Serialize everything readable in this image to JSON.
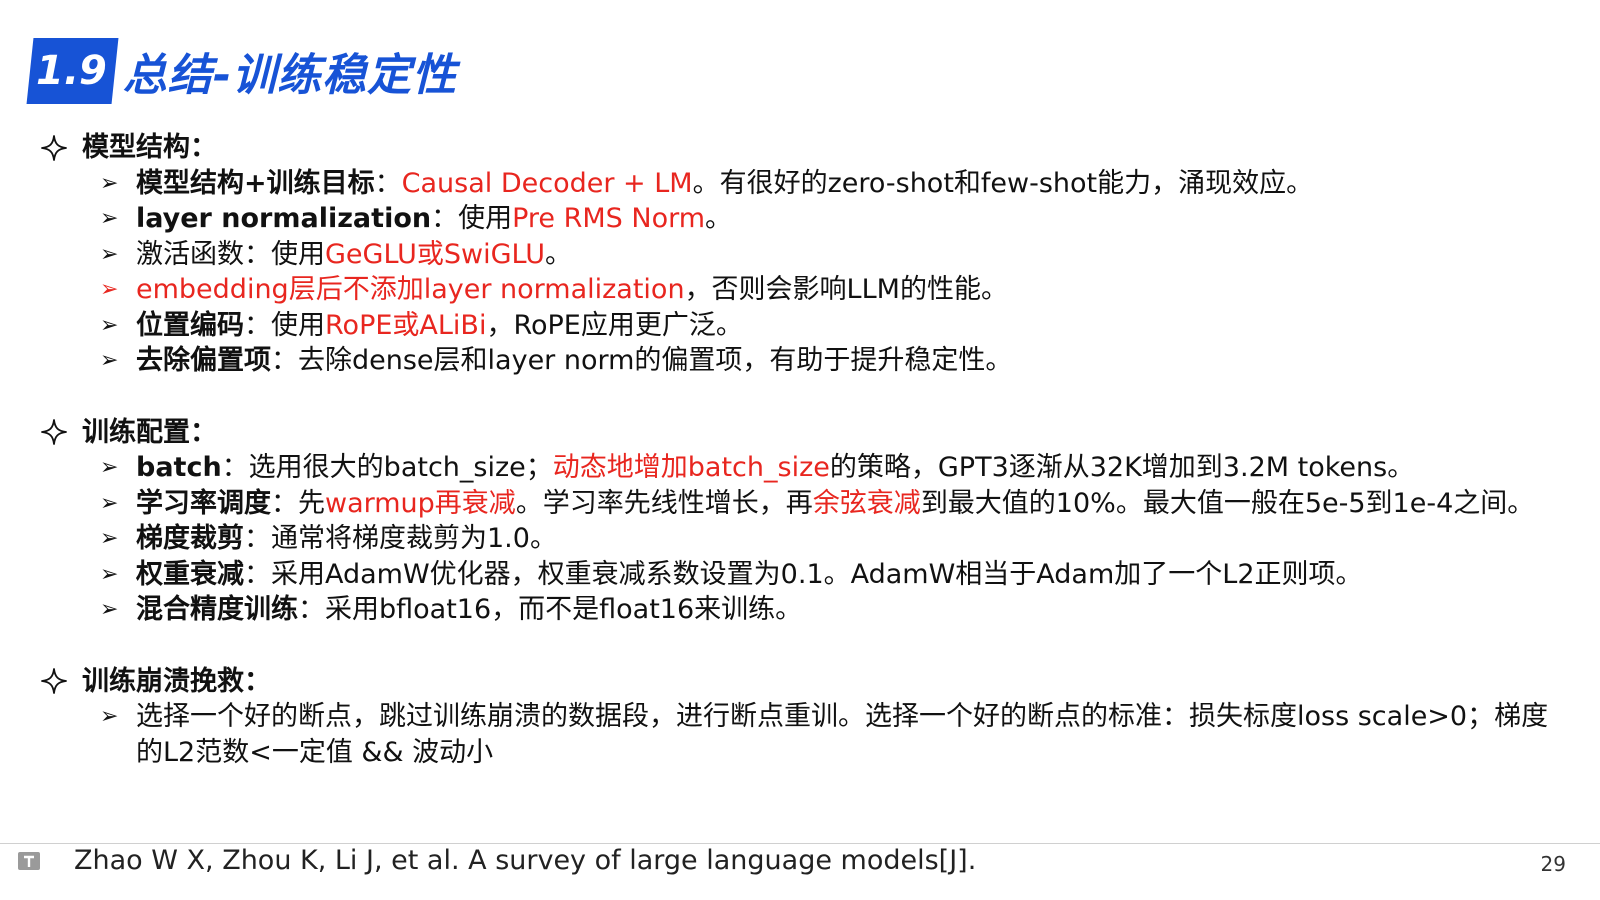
{
  "title": {
    "number": "1.9",
    "text": "总结-训练稳定性"
  },
  "sections": [
    {
      "heading": "模型结构：",
      "items": [
        {
          "red": false,
          "segments": [
            {
              "text": "模型结构+训练目标",
              "bold": true
            },
            {
              "text": "："
            },
            {
              "text": "Causal Decoder + LM",
              "red": true
            },
            {
              "text": "。有很好的zero-shot和few-shot能力，涌现效应。"
            }
          ]
        },
        {
          "red": false,
          "segments": [
            {
              "text": "layer normalization",
              "bold": true
            },
            {
              "text": "：使用"
            },
            {
              "text": "Pre RMS Norm",
              "red": true
            },
            {
              "text": "。"
            }
          ]
        },
        {
          "red": false,
          "segments": [
            {
              "text": "激活函数：使用"
            },
            {
              "text": "GeGLU或SwiGLU",
              "red": true
            },
            {
              "text": "。"
            }
          ]
        },
        {
          "red": true,
          "segments": [
            {
              "text": "embedding层后不添加layer normalization",
              "red": true
            },
            {
              "text": "，否则会影响LLM的性能。"
            }
          ]
        },
        {
          "red": false,
          "segments": [
            {
              "text": "位置编码",
              "bold": true
            },
            {
              "text": "：使用"
            },
            {
              "text": "RoPE或ALiBi",
              "red": true
            },
            {
              "text": "，RoPE应用更广泛。"
            }
          ]
        },
        {
          "red": false,
          "segments": [
            {
              "text": "去除偏置项",
              "bold": true
            },
            {
              "text": "：去除dense层和layer norm的偏置项，有助于提升稳定性。"
            }
          ]
        }
      ]
    },
    {
      "heading": "训练配置：",
      "items": [
        {
          "red": false,
          "segments": [
            {
              "text": "batch",
              "bold": true
            },
            {
              "text": "：选用很大的batch_size；"
            },
            {
              "text": "动态地增加batch_size",
              "red": true
            },
            {
              "text": "的策略，GPT3逐渐从32K增加到3.2M tokens。"
            }
          ]
        },
        {
          "red": false,
          "segments": [
            {
              "text": "学习率调度",
              "bold": true
            },
            {
              "text": "：先"
            },
            {
              "text": "warmup再衰减",
              "red": true
            },
            {
              "text": "。学习率先线性增长，再"
            },
            {
              "text": "余弦衰减",
              "red": true
            },
            {
              "text": "到最大值的10%。最大值一般在5e-5到1e-4之间。"
            }
          ]
        },
        {
          "red": false,
          "segments": [
            {
              "text": "梯度裁剪",
              "bold": true
            },
            {
              "text": "：通常将梯度裁剪为1.0。"
            }
          ]
        },
        {
          "red": false,
          "segments": [
            {
              "text": "权重衰减",
              "bold": true
            },
            {
              "text": "：采用AdamW优化器，权重衰减系数设置为0.1。AdamW相当于Adam加了一个L2正则项。"
            }
          ]
        },
        {
          "red": false,
          "segments": [
            {
              "text": "混合精度训练",
              "bold": true
            },
            {
              "text": "：采用bfloat16，而不是float16来训练。"
            }
          ]
        }
      ]
    },
    {
      "heading": "训练崩溃挽救：",
      "items": [
        {
          "red": false,
          "segments": [
            {
              "text": "选择一个好的断点，跳过训练崩溃的数据段，进行断点重训。选择一个好的断点的标准：损失标度loss scale>0；梯度的L2范数<一定值 && 波动小"
            }
          ]
        }
      ]
    }
  ],
  "footer": {
    "reference": "Zhao W X, Zhou K, Li J, et al. A survey of large language models[J].",
    "page_number": "29",
    "icon": "document-icon"
  },
  "colors": {
    "accent_blue": "#1753d6",
    "highlight_red": "#e8261f"
  }
}
